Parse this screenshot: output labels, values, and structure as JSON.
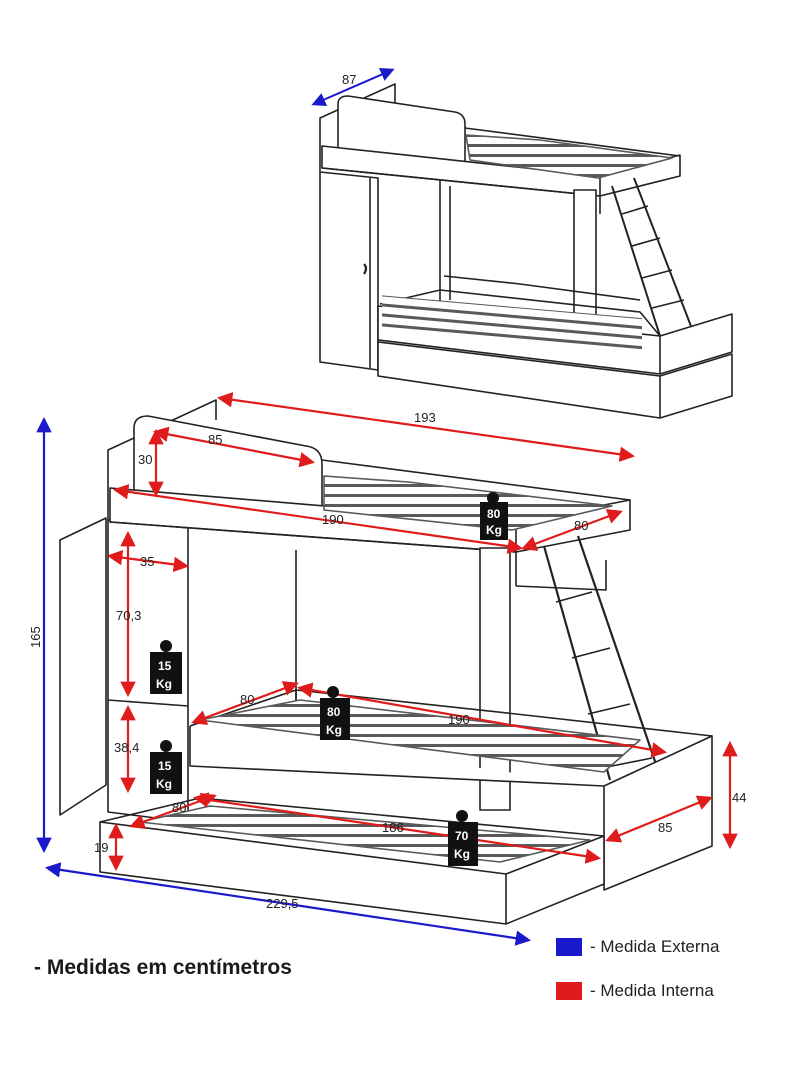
{
  "colors": {
    "external": "#1a1acc",
    "internal": "#e01b1b",
    "line": "#222222",
    "slat": "#5a5a5a"
  },
  "dimensions": {
    "depth_small": "87",
    "total_length": "193",
    "headboard_width": "85",
    "headboard_height": "30",
    "top_bed_length": "190",
    "top_bed_width": "80",
    "total_height": "165",
    "shelf_width": "35",
    "shelf_height_upper": "70,3",
    "shelf_height_lower": "38,4",
    "bottom_bed_width": "80",
    "bottom_bed_length": "190",
    "trundle_width": "80",
    "trundle_length": "186",
    "trundle_height": "19",
    "total_width": "229,5",
    "side_depth": "85",
    "bed_height": "44"
  },
  "weights": {
    "top_bed": {
      "value": "80",
      "unit": "Kg"
    },
    "bottom_bed": {
      "value": "80",
      "unit": "Kg"
    },
    "trundle": {
      "value": "70",
      "unit": "Kg"
    },
    "shelf_upper": {
      "value": "15",
      "unit": "Kg"
    },
    "shelf_lower": {
      "value": "15",
      "unit": "Kg"
    }
  },
  "footnote": "- Medidas em centímetros",
  "legend": [
    {
      "label": "- Medida Externa",
      "color": "#1a1acc"
    },
    {
      "label": "- Medida Interna",
      "color": "#e01b1b"
    }
  ]
}
